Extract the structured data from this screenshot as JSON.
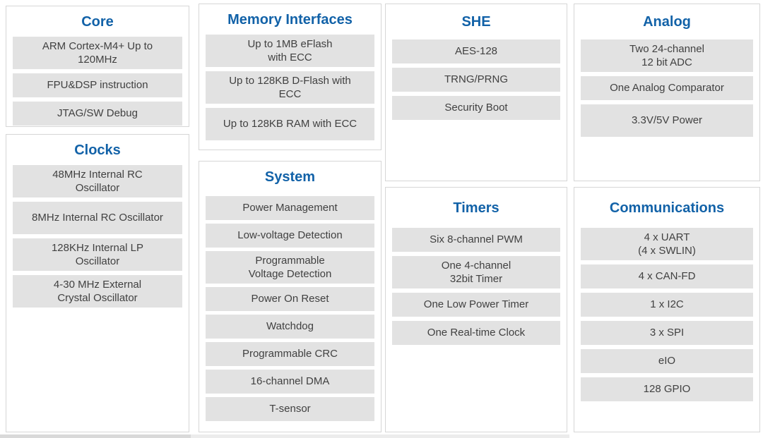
{
  "diagram": {
    "colors": {
      "title": "#1262a8",
      "cell_bg": "#e2e2e2",
      "cell_text": "#414141",
      "panel_border": "#d6d6d6"
    },
    "panels": [
      {
        "title": "Core",
        "items": [
          {
            "text": "ARM Cortex-M4+ Up to\n120MHz"
          },
          {
            "text": "FPU&DSP instruction"
          },
          {
            "text": "JTAG/SW Debug"
          }
        ]
      },
      {
        "title": "Clocks",
        "items": [
          {
            "text": "48MHz Internal RC\nOscillator"
          },
          {
            "text": "8MHz Internal RC Oscillator"
          },
          {
            "text": "128KHz Internal LP\nOscillator"
          },
          {
            "text": "4-30 MHz External\nCrystal Oscillator"
          }
        ]
      },
      {
        "title": "Memory Interfaces",
        "items": [
          {
            "text": "Up to 1MB eFlash\nwith ECC"
          },
          {
            "text": "Up to 128KB D-Flash with\nECC"
          },
          {
            "text": "Up to 128KB RAM with ECC"
          }
        ]
      },
      {
        "title": "System",
        "items": [
          {
            "text": "Power Management"
          },
          {
            "text": "Low-voltage Detection"
          },
          {
            "text": "Programmable\nVoltage Detection"
          },
          {
            "text": "Power On Reset"
          },
          {
            "text": "Watchdog"
          },
          {
            "text": "Programmable CRC"
          },
          {
            "text": "16-channel DMA"
          },
          {
            "text": "T-sensor"
          }
        ]
      },
      {
        "title": "SHE",
        "items": [
          {
            "text": "AES-128"
          },
          {
            "text": "TRNG/PRNG"
          },
          {
            "text": "Security Boot"
          }
        ]
      },
      {
        "title": "Timers",
        "items": [
          {
            "text": "Six 8-channel PWM"
          },
          {
            "text": "One 4-channel\n32bit Timer"
          },
          {
            "text": "One Low Power Timer"
          },
          {
            "text": "One Real-time Clock"
          }
        ]
      },
      {
        "title": "Analog",
        "items": [
          {
            "text": "Two 24-channel\n12 bit ADC"
          },
          {
            "text": "One Analog Comparator"
          },
          {
            "text": "3.3V/5V Power"
          }
        ]
      },
      {
        "title": "Communications",
        "items": [
          {
            "text": "4 x UART\n(4 x SWLIN)"
          },
          {
            "text": "4 x CAN-FD"
          },
          {
            "text": "1 x I2C"
          },
          {
            "text": "3 x SPI"
          },
          {
            "text": "eIO"
          },
          {
            "text": "128 GPIO"
          }
        ]
      }
    ]
  }
}
